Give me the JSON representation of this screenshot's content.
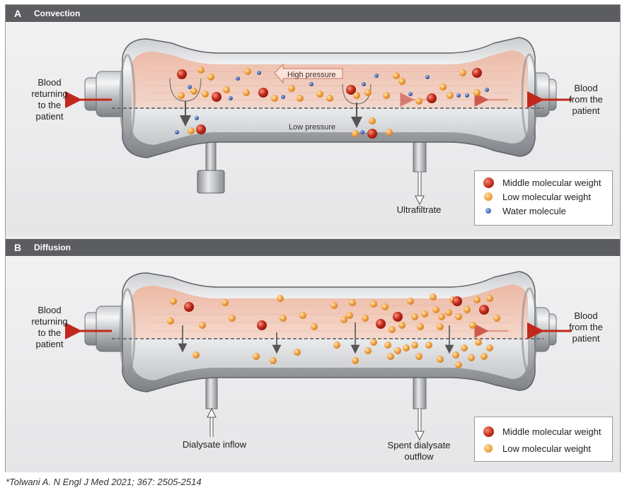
{
  "panel_a": {
    "letter": "A",
    "title": "Convection",
    "label_left": "Blood\nreturning\nto the\npatient",
    "label_right": "Blood\nfrom the\npatient",
    "high_pressure": "High pressure",
    "low_pressure": "Low pressure",
    "outlet_label": "Ultrafiltrate",
    "legend": [
      "Middle molecular weight",
      "Low molecular weight",
      "Water molecule"
    ]
  },
  "panel_b": {
    "letter": "B",
    "title": "Diffusion",
    "label_left": "Blood\nreturning\nto the\npatient",
    "label_right": "Blood\nfrom the\npatient",
    "inlet_label": "Dialysate inflow",
    "outlet_label": "Spent dialysate\noutflow",
    "legend": [
      "Middle molecular weight",
      "Low molecular weight"
    ]
  },
  "citation": "*Tolwani A. N Engl J Med 2021; 367: 2505-2514",
  "colors": {
    "header": "#5c5d60",
    "blood": "#f2c4b4",
    "middle_molecule": "#c0281b",
    "low_molecule": "#f0a040",
    "water_molecule": "#4a6fb8",
    "arrow_red": "#c0281b"
  }
}
